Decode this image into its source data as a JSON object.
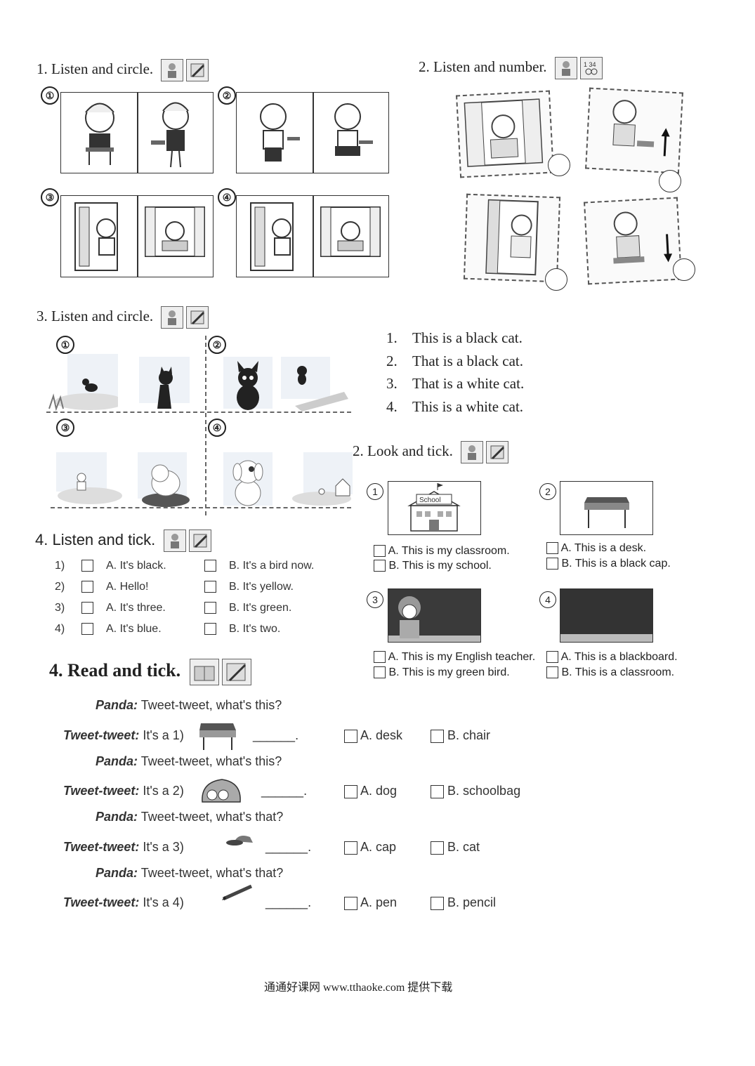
{
  "sec1": {
    "title": "1. Listen and circle.",
    "panels": [
      "①",
      "②",
      "③",
      "④"
    ]
  },
  "sec2": {
    "title": "2. Listen and number."
  },
  "sec3": {
    "title": "3. Listen and circle.",
    "panels": [
      "①",
      "②",
      "③",
      "④"
    ],
    "sentences": [
      {
        "num": "1.",
        "text": "This is a black cat."
      },
      {
        "num": "2.",
        "text": "That is a black cat."
      },
      {
        "num": "3.",
        "text": "That is a white cat."
      },
      {
        "num": "4.",
        "text": "This is a white cat."
      }
    ]
  },
  "sec_look": {
    "title": "2. Look and tick.",
    "items": [
      {
        "num": "1",
        "caption": "School",
        "a": "A. This is my classroom.",
        "b": "B. This is my school."
      },
      {
        "num": "2",
        "a": "A. This is a desk.",
        "b": "B. This is a black cap."
      },
      {
        "num": "3",
        "a": "A. This is my English teacher.",
        "b": "B. This is my green bird."
      },
      {
        "num": "4",
        "a": "A. This is a blackboard.",
        "b": "B. This is a classroom."
      }
    ]
  },
  "sec4": {
    "title": "4. Listen and tick.",
    "rows": [
      {
        "num": "1)",
        "a": "A. It's black.",
        "b": "B. It's a bird now."
      },
      {
        "num": "2)",
        "a": "A. Hello!",
        "b": "B. It's yellow."
      },
      {
        "num": "3)",
        "a": "A. It's three.",
        "b": "B. It's green."
      },
      {
        "num": "4)",
        "a": "A. It's blue.",
        "b": "B. It's two."
      }
    ]
  },
  "sec5": {
    "title": "4. Read and tick.",
    "dialogues": [
      {
        "q_speaker": "Panda:",
        "q": "Tweet-tweet, what's this?",
        "a_speaker": "Tweet-tweet:",
        "a": "It's a 1)",
        "blank": "______.",
        "optA": "A. desk",
        "optB": "B. chair"
      },
      {
        "q_speaker": "Panda:",
        "q": "Tweet-tweet, what's this?",
        "a_speaker": "Tweet-tweet:",
        "a": "It's a 2)",
        "blank": "______.",
        "optA": "A. dog",
        "optB": "B. schoolbag"
      },
      {
        "q_speaker": "Panda:",
        "q": "Tweet-tweet, what's that?",
        "a_speaker": "Tweet-tweet:",
        "a": "It's a 3)",
        "blank": "______.",
        "optA": "A. cap",
        "optB": "B. cat"
      },
      {
        "q_speaker": "Panda:",
        "q": "Tweet-tweet, what's that?",
        "a_speaker": "Tweet-tweet:",
        "a": "It's a 4)",
        "blank": "______.",
        "optA": "A. pen",
        "optB": "B. pencil"
      }
    ]
  },
  "footer": {
    "text": "通通好课网  www.tthaoke.com  提供下载"
  },
  "icons": [
    "teacher-icon",
    "pencil-icon",
    "number-icon"
  ]
}
